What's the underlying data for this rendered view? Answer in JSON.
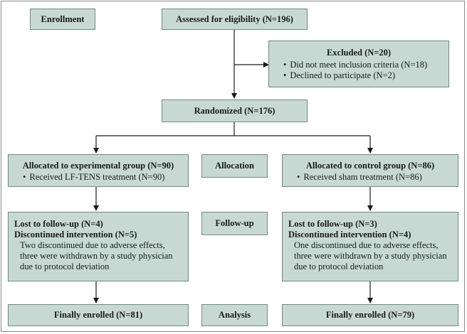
{
  "enrollment_label": "Enrollment",
  "assessed": "Assessed for eligibility (N=196)",
  "excluded": {
    "title": "Excluded (N=20)",
    "items": [
      "Did not meet inclusion criteria (N=18)",
      "Declined to participate (N=2)"
    ]
  },
  "randomized": "Randomized (N=176)",
  "allocation_label": "Allocation",
  "followup_label": "Follow-up",
  "analysis_label": "Analysis",
  "experimental": {
    "allocated": "Allocated to experimental group (N=90)",
    "received": "Received LF-TENS treatment (N=90)",
    "lost": "Lost to follow-up (N=4)",
    "discontinued": "Discontinued intervention (N=5)",
    "reason": [
      "Two discontinued due to adverse effects,",
      "three were withdrawn by a study physician",
      "due to protocol deviation"
    ],
    "final": "Finally enrolled (N=81)"
  },
  "control": {
    "allocated": "Allocated to control group (N=86)",
    "received": "Received sham treatment (N=86)",
    "lost": "Lost to follow-up (N=3)",
    "discontinued": "Discontinued intervention (N=4)",
    "reason": [
      "One discontinued due to adverse effects,",
      "three were withdrawn by a study physician",
      "due to protocol deviation"
    ],
    "final": "Finally enrolled (N=79)"
  },
  "colors": {
    "box_fill": "#c7d9d2",
    "box_border": "#6f8a82",
    "arrow": "#1a1a1a"
  }
}
